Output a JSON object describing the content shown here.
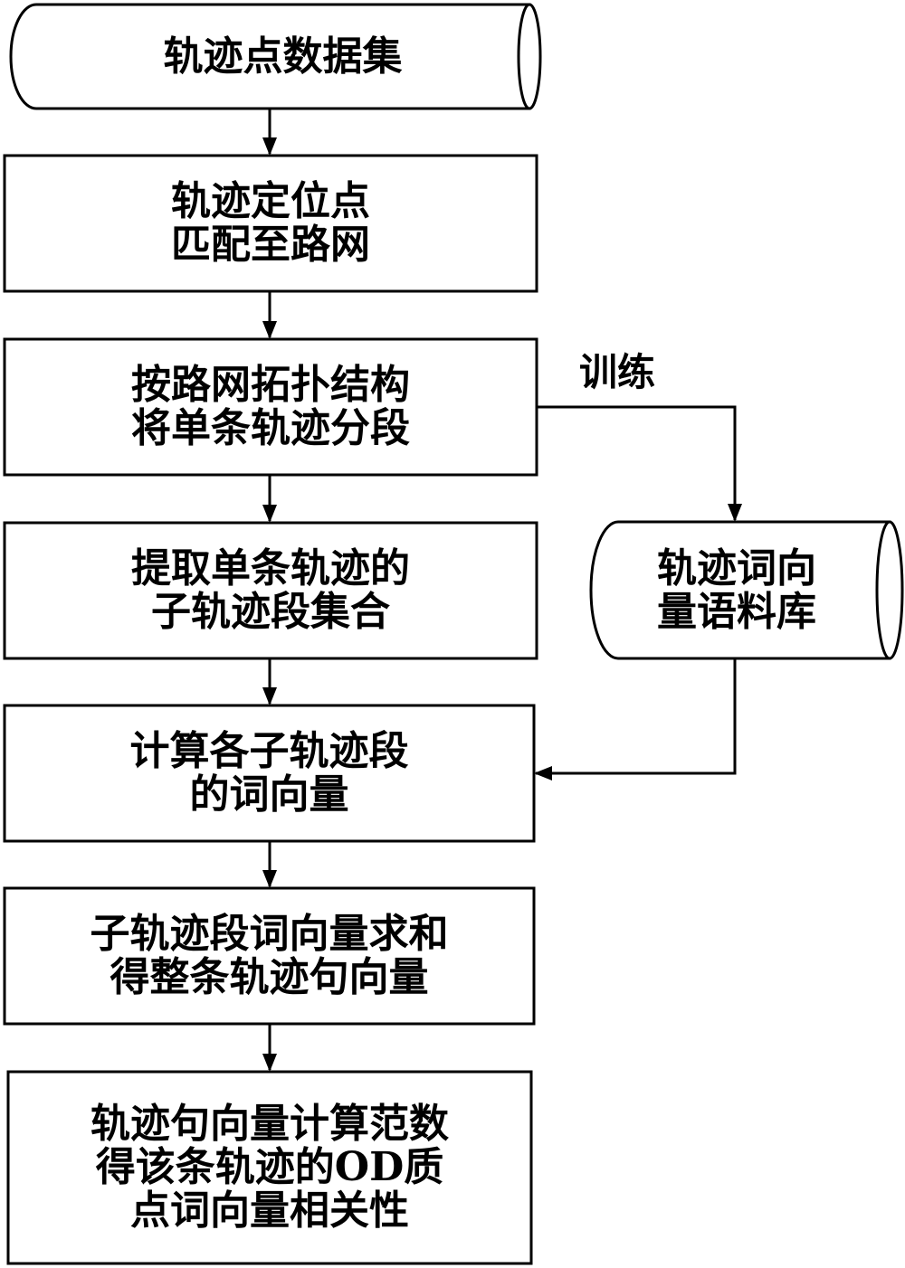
{
  "nodes": {
    "n1": {
      "shape": "cylinder",
      "lines": [
        "轨迹点数据集"
      ]
    },
    "n2": {
      "shape": "rect",
      "lines": [
        "轨迹定位点",
        "匹配至路网"
      ]
    },
    "n3": {
      "shape": "rect",
      "lines": [
        "按路网拓扑结构",
        "将单条轨迹分段"
      ]
    },
    "n4": {
      "shape": "rect",
      "lines": [
        "提取单条轨迹的",
        "子轨迹段集合"
      ]
    },
    "n5": {
      "shape": "rect",
      "lines": [
        "计算各子轨迹段",
        "的词向量"
      ]
    },
    "n6": {
      "shape": "rect",
      "lines": [
        "子轨迹段词向量求和",
        "得整条轨迹句向量"
      ]
    },
    "n7": {
      "shape": "rect",
      "lines": [
        "轨迹句向量计算范数",
        "得该条轨迹的OD质",
        "点词向量相关性"
      ]
    },
    "corpus": {
      "shape": "cylinder",
      "lines": [
        "轨迹词向",
        "量语料库"
      ]
    }
  },
  "edges": {
    "train_label": "训练"
  },
  "colors": {
    "stroke": "#000000",
    "fill": "#ffffff",
    "text": "#000000"
  }
}
